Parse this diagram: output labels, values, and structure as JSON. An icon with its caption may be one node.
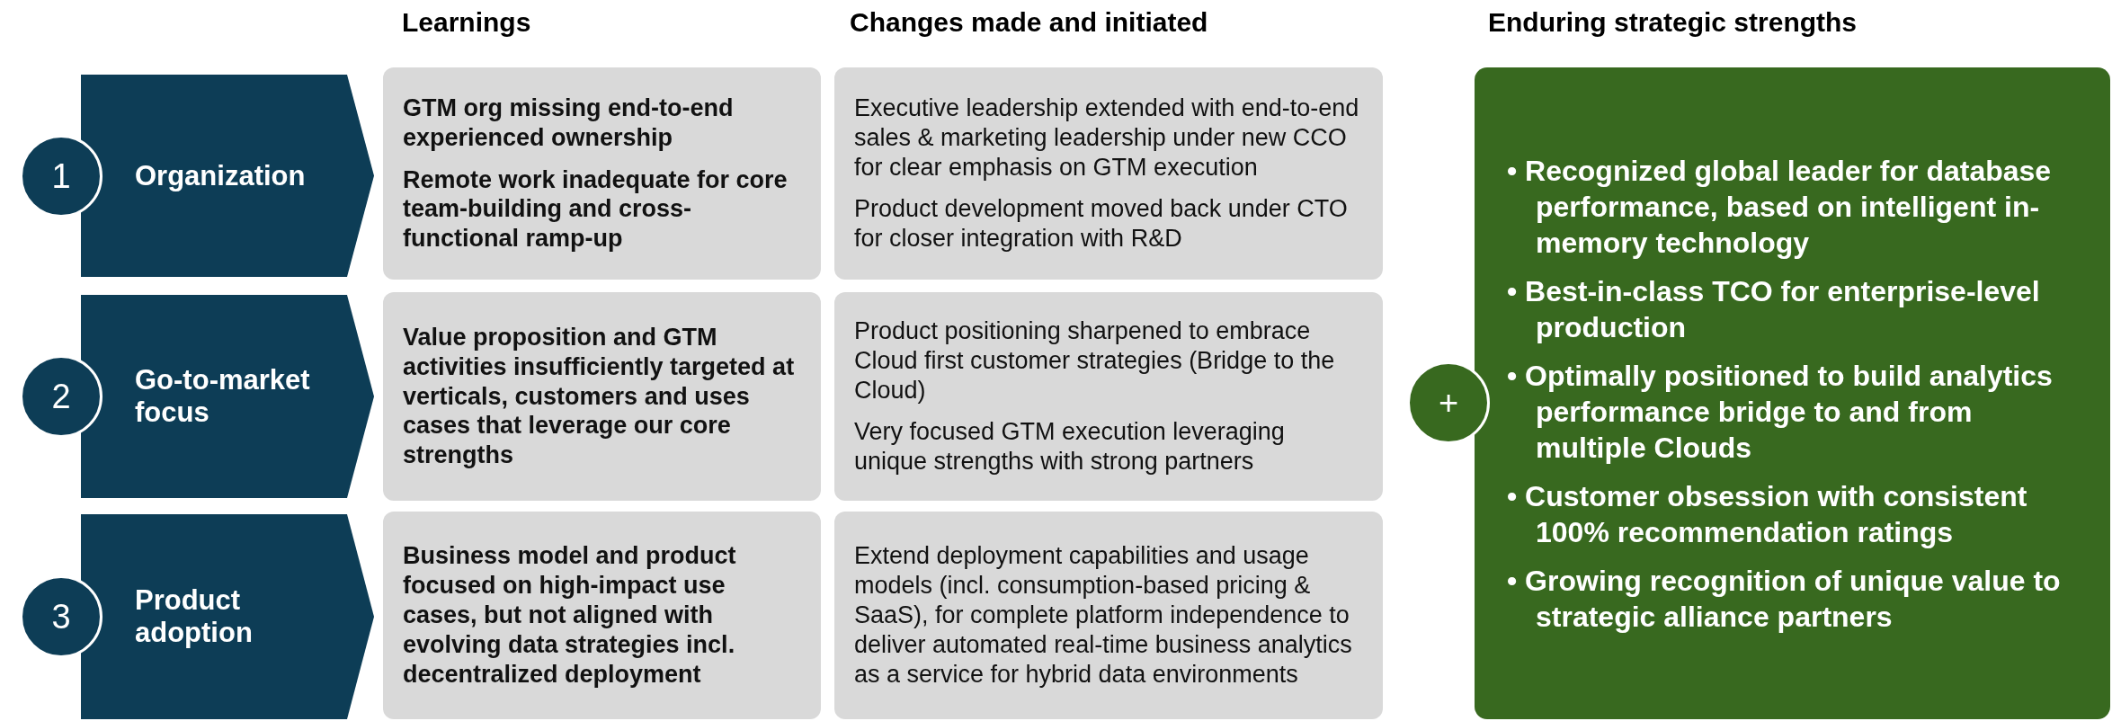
{
  "diagram": {
    "nodes": [
      {
        "text": [
          "1"
        ]
      },
      {
        "text": [
          "Organization"
        ]
      },
      {
        "text": [
          "GTM org missing end-to-end experienced ownership",
          "Remote work inadequate for core team-building and cross-functional ramp-up"
        ]
      },
      {
        "text": [
          "Executive leadership extended with end-to-end sales & marketing leadership under new CCO for clear emphasis on GTM execution",
          "Product development moved back under CTO for closer integration with R&D"
        ]
      },
      {
        "text": [
          "2"
        ]
      },
      {
        "text": [
          "Go-to-market focus"
        ]
      },
      {
        "text": [
          "Value proposition and GTM activities insufficiently targeted at verticals, customers and uses cases that leverage our core strengths"
        ]
      },
      {
        "text": [
          "Product positioning sharpened to embrace Cloud first customer strategies (Bridge to the Cloud)",
          "Very focused GTM execution leveraging unique strengths with strong partners"
        ]
      },
      {
        "text": [
          "3"
        ]
      },
      {
        "text": [
          "Product adoption"
        ]
      },
      {
        "text": [
          "Business model and product focused on high-impact use cases, but not aligned with evolving data strategies incl. decentralized deployment"
        ]
      },
      {
        "text": [
          "Extend deployment capabilities and usage models (incl. consumption-based pricing & SaaS), for complete platform independence to deliver automated real-time business analytics as a service for hybrid data environments"
        ]
      },
      {
        "text": [
          "+"
        ]
      },
      {
        "text": [
          "• Recognized global leader for database  performance, based on intelligent in-memory technology",
          "• Best-in-class TCO for enterprise-level production",
          "• Optimally positioned to build analytics performance bridge to and from multiple Clouds",
          "• Customer obsession with consistent 100% recommendation ratings",
          "• Growing recognition of unique value to strategic alliance partners"
        ]
      }
    ],
    "labels": [
      "Learnings",
      "Changes made and initiated",
      "Enduring strategic strengths"
    ]
  }
}
